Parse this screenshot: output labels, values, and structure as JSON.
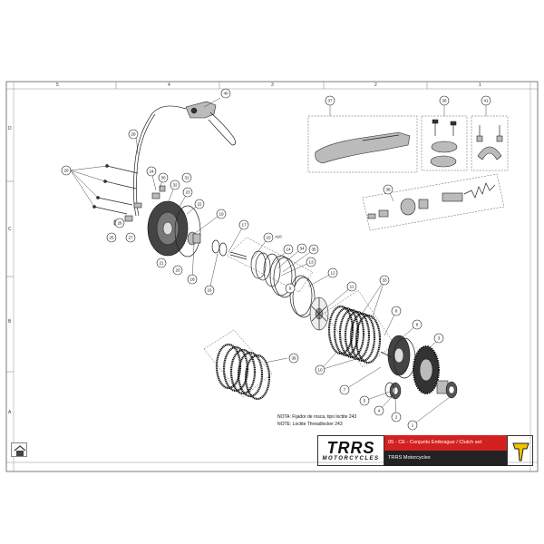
{
  "grid": {
    "columns": [
      "5",
      "4",
      "3",
      "2",
      "1"
    ],
    "rows": [
      "D",
      "C",
      "B",
      "A"
    ]
  },
  "callouts": [
    "1",
    "2",
    "3",
    "4",
    "5",
    "6",
    "7",
    "8",
    "9",
    "10",
    "11",
    "12",
    "13",
    "14",
    "15",
    "16",
    "17",
    "18",
    "19",
    "20",
    "21",
    "22",
    "23",
    "24",
    "25",
    "26",
    "27",
    "28",
    "29",
    "30",
    "31",
    "32",
    "33",
    "34",
    "35",
    "36",
    "37",
    "38",
    "39",
    "40",
    "41"
  ],
  "callout_extra": {
    "x10": "x10"
  },
  "note": {
    "line1": "NOTA: Fijador de rosca, tipo loctite 243",
    "line2": "NOTE: Loctite Threadlocker 243"
  },
  "title_block": {
    "logo_main": "TRRS",
    "logo_sub": "MOTORCYCLES",
    "title": "05 - CE - Conjunto Embrague / Clutch set",
    "company": "TRRS Motorcycles"
  },
  "colors": {
    "accent": "#d32020",
    "dark": "#222222",
    "mark": "#f2c200"
  },
  "icons": {
    "home": "home-icon"
  }
}
